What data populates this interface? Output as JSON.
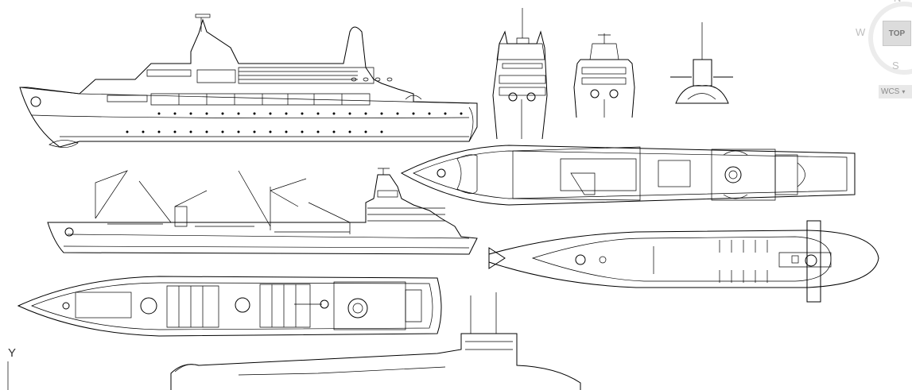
{
  "viewcube": {
    "north": "N",
    "west": "W",
    "south": "S",
    "face": "TOP",
    "coord_system": "WCS"
  },
  "ucs": {
    "y_axis": "Y"
  },
  "colors": {
    "drawing": "#000000",
    "background": "#ffffff",
    "viewcube": "#dcdcdc"
  }
}
